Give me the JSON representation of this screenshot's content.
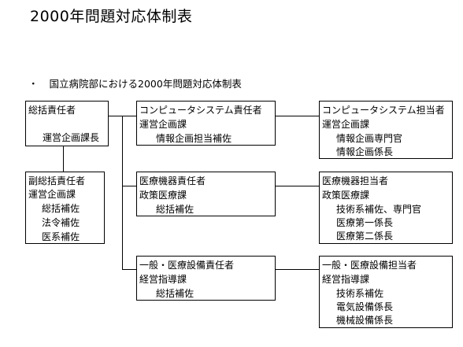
{
  "title": "2000年問題対応体制表",
  "subtitle": "国立病院部における2000年問題対応体制表",
  "bullet_mark": "・",
  "boxes": {
    "general": {
      "head": "総括責任者",
      "l1": "運営企画課長"
    },
    "deputy": {
      "head": "副総括責任者",
      "l1": "運営企画課",
      "l2": "総括補佐",
      "l3": "法令補佐",
      "l4": "医系補佐"
    },
    "computer_resp": {
      "head": "コンピュータシステム責任者",
      "l1": "運営企画課",
      "l2": "情報企画担当補佐"
    },
    "medical_resp": {
      "head": "医療機器責任者",
      "l1": "政策医療課",
      "l2": "総括補佐"
    },
    "facility_resp": {
      "head": "一般・医療設備責任者",
      "l1": "経営指導課",
      "l2": "総括補佐"
    },
    "computer_staff": {
      "head": "コンピュータシステム担当者",
      "l1": "運営企画課",
      "l2": "情報企画専門官",
      "l3": "情報企画係長"
    },
    "medical_staff": {
      "head": "医療機器担当者",
      "l1": "政策医療課",
      "l2": "技術系補佐、専門官",
      "l3": "医療第一係長",
      "l4": "医療第二係長"
    },
    "facility_staff": {
      "head": "一般・医療設備担当者",
      "l1": "経営指導課",
      "l2": "技術系補佐",
      "l3": "電気設備係長",
      "l4": "機械設備係長"
    }
  }
}
